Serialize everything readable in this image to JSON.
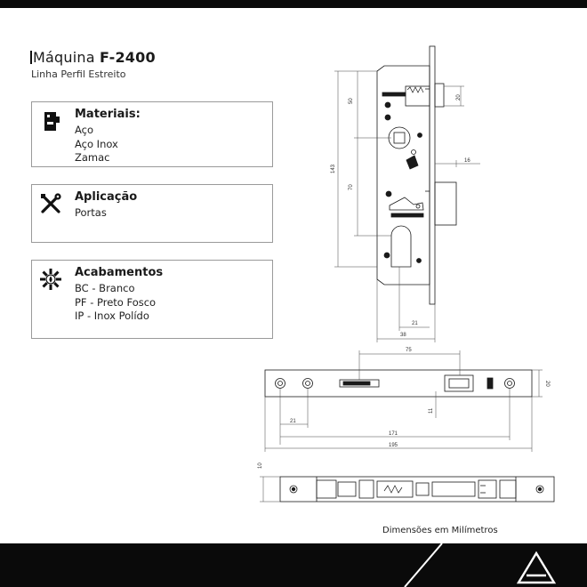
{
  "header": {
    "title_prefix": "Máquina",
    "title_model": "F-2400",
    "subtitle": "Linha Perfil Estreito"
  },
  "cards": [
    {
      "heading": "Materiais:",
      "icon": "lock-case-icon",
      "items": [
        "Aço",
        "Aço Inox",
        "Zamac"
      ]
    },
    {
      "heading": "Aplicação",
      "icon": "tools-icon",
      "items": [
        "Portas"
      ]
    },
    {
      "heading": "Acabamentos",
      "icon": "finish-palette-icon",
      "items": [
        "BC - Branco",
        "PF - Preto Fosco",
        "IP - Inox Polído"
      ]
    }
  ],
  "dimensions": {
    "v50": "50",
    "v20": "20",
    "v16": "16",
    "v143": "143",
    "v70": "70",
    "h21": "21",
    "h38": "38",
    "h75": "75",
    "v20b": "20",
    "v11": "11",
    "h21b": "21",
    "h171": "171",
    "h195": "195",
    "v10": "10"
  },
  "caption": "Dimensões em Milímetros",
  "colors": {
    "bar": "#0a0a0a",
    "line": "#1a1a1a",
    "dim": "#444444"
  }
}
